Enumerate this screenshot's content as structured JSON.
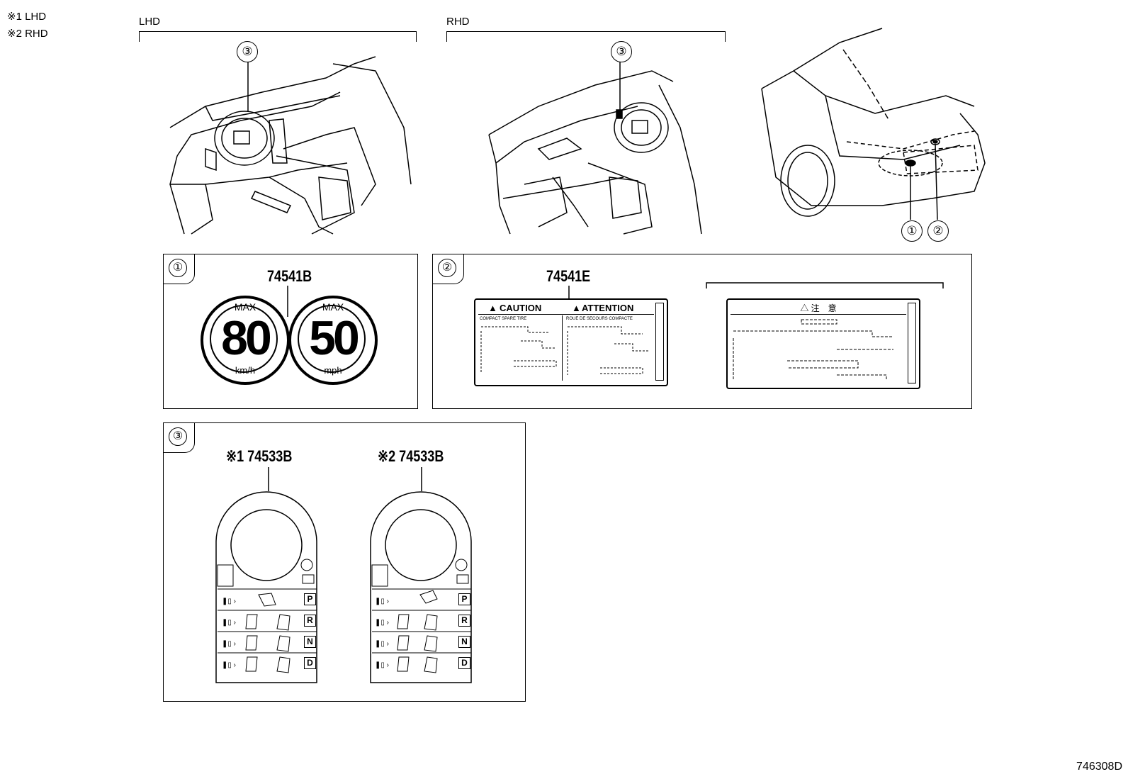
{
  "notes": [
    "※1 LHD",
    "※2 RHD"
  ],
  "sections": {
    "lhd": "LHD",
    "rhd": "RHD"
  },
  "callouts": {
    "c1": "①",
    "c2": "②",
    "c3": "③"
  },
  "panels": {
    "p1": {
      "num": "①",
      "part": "74541B",
      "sign_left": {
        "top": "MAX",
        "value": "80",
        "unit": "km/h"
      },
      "sign_right": {
        "top": "MAX",
        "value": "50",
        "unit": "mph"
      }
    },
    "p2": {
      "num": "②",
      "part": "74541E",
      "label_caution": "CAUTION",
      "label_attention": "ATTENTION",
      "sub_left": "COMPACT SPARE TIRE",
      "sub_right": "ROUE DE SECOURS COMPACTE",
      "jp_title": "注　意"
    },
    "p3": {
      "num": "③",
      "part_lhd": "※1 74533B",
      "part_rhd": "※2 74533B",
      "gears": [
        "P",
        "R",
        "N",
        "D"
      ]
    }
  },
  "figure_id": "746308D"
}
